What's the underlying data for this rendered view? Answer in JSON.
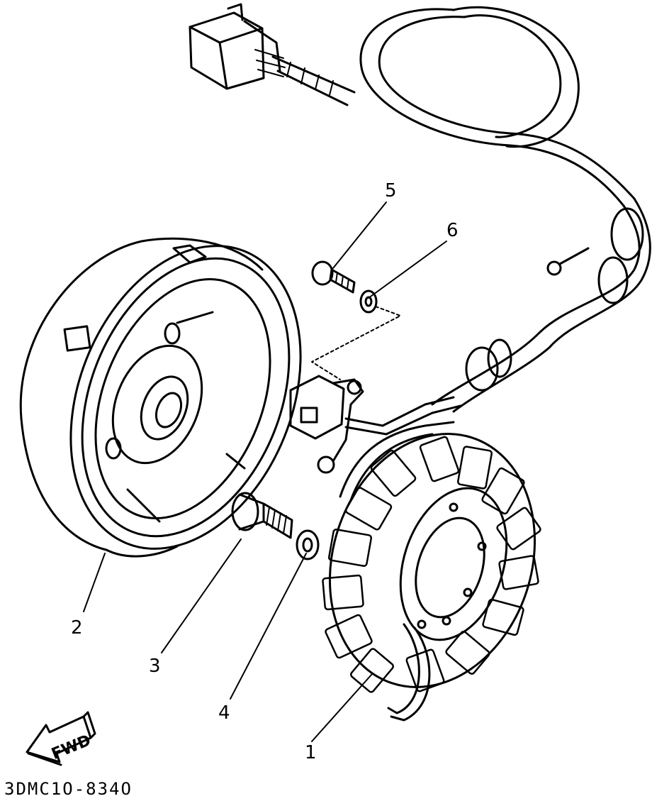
{
  "callouts": {
    "stator": "1",
    "rotor": "2",
    "bolt": "3",
    "washer": "4",
    "pickup_bolt": "5",
    "pickup_washer": "6"
  },
  "fwd_label": "FWD",
  "figure_code": "3DMC1O-834O",
  "colors": {
    "ink": "#000000",
    "paper": "#ffffff"
  }
}
